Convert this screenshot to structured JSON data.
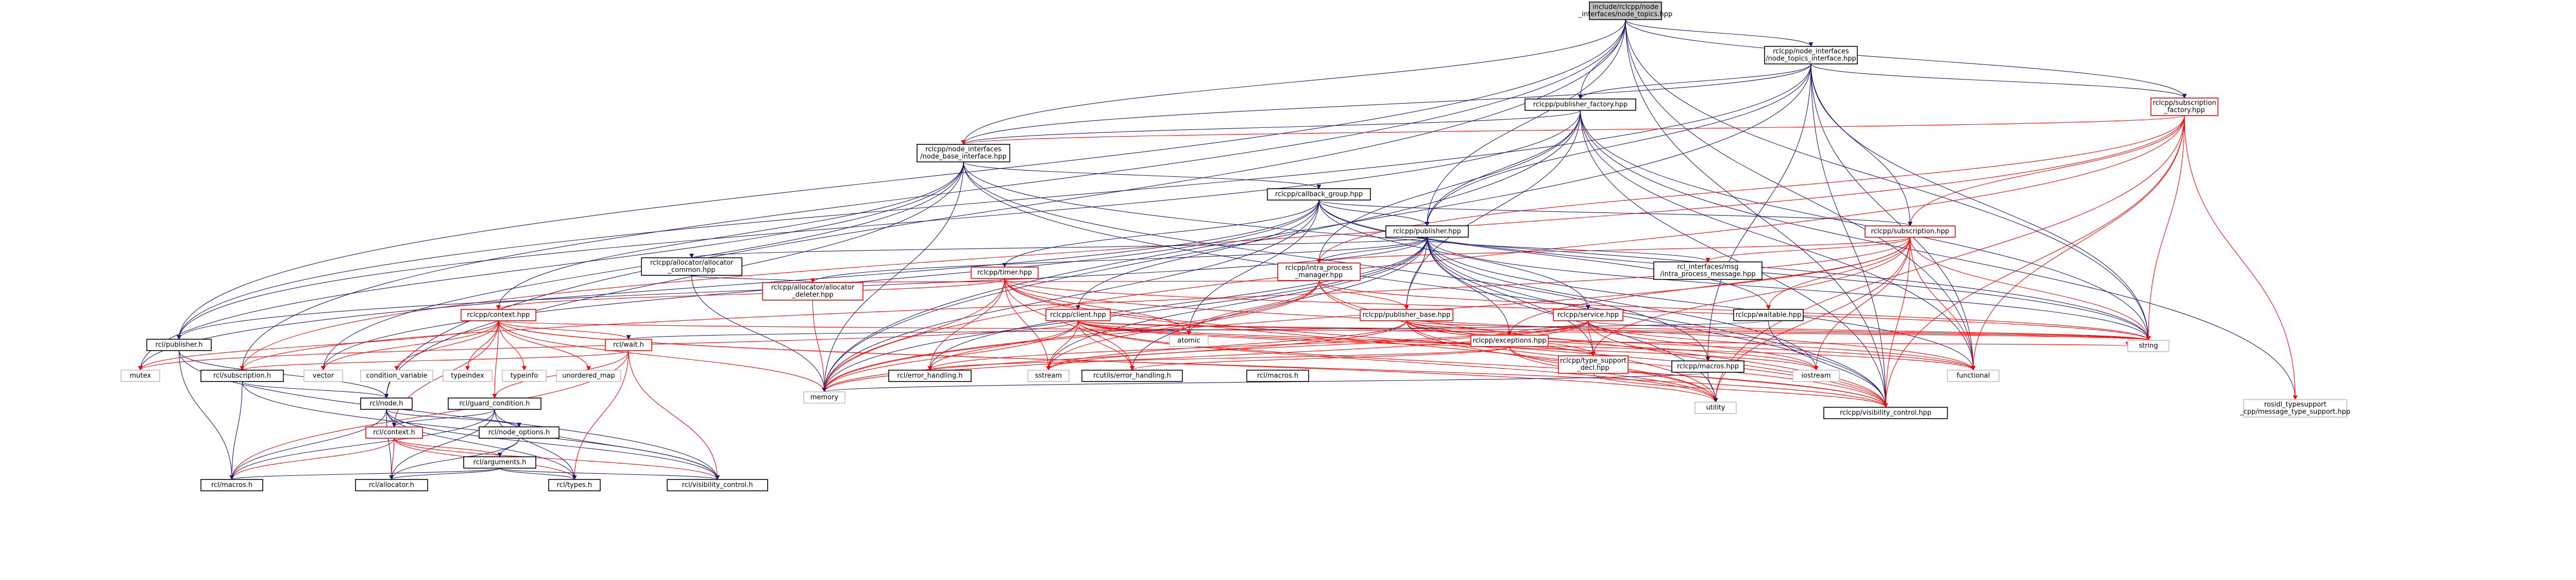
{
  "colors": {
    "edge": "#191970",
    "edge_red": "#ff0000",
    "node_border": "#000000",
    "node_border_red": "#ff0000",
    "node_border_grey": "#bfbfbf",
    "root_fill": "#bfbfbf",
    "node_fill": "#ffffff",
    "text": "#000000"
  },
  "nodes": {
    "root": [
      "include/rclcpp/node",
      "_interfaces/node_topics.hpp"
    ],
    "node_topics_interface": [
      "rclcpp/node_interfaces",
      "/node_topics_interface.hpp"
    ],
    "publisher_factory": [
      "rclcpp/publisher_factory.hpp"
    ],
    "subscription_factory": [
      "rclcpp/subscription",
      "_factory.hpp"
    ],
    "node_base_interface": [
      "rclcpp/node_interfaces",
      "/node_base_interface.hpp"
    ],
    "callback_group": [
      "rclcpp/callback_group.hpp"
    ],
    "publisher": [
      "rclcpp/publisher.hpp"
    ],
    "subscription": [
      "rclcpp/subscription.hpp"
    ],
    "allocator_common": [
      "rclcpp/allocator/allocator",
      "_common.hpp"
    ],
    "allocator_deleter": [
      "rclcpp/allocator/allocator",
      "_deleter.hpp"
    ],
    "timer": [
      "rclcpp/timer.hpp"
    ],
    "intra_process_manager": [
      "rclcpp/intra_process",
      "_manager.hpp"
    ],
    "rcl_interfaces_msg": [
      "rcl_interfaces/msg",
      "/intra_process_message.hpp"
    ],
    "context": [
      "rclcpp/context.hpp"
    ],
    "client": [
      "rclcpp/client.hpp"
    ],
    "publisher_base": [
      "rclcpp/publisher_base.hpp"
    ],
    "service": [
      "rclcpp/service.hpp"
    ],
    "waitable": [
      "rclcpp/waitable.hpp"
    ],
    "rcl_publisher": [
      "rcl/publisher.h"
    ],
    "wait": [
      "rcl/wait.h"
    ],
    "macros_hpp": [
      "rclcpp/macros.hpp"
    ],
    "type_support_decl": [
      "rclcpp/type_support",
      "_decl.hpp"
    ],
    "rclcpp_macros": [
      "rclcpp/macros.hpp"
    ],
    "rcl_subscription": [
      "rcl/subscription.h"
    ],
    "rcl_node": [
      "rcl/node.h"
    ],
    "guard_condition": [
      "rcl/guard_condition.h"
    ],
    "node_options": [
      "rcl/node_options.h"
    ],
    "rcl_context": [
      "rcl/context.h"
    ],
    "arguments": [
      "rcl/arguments.h"
    ],
    "rcl_macros": [
      "rcl/macros.h"
    ],
    "rcl_allocator": [
      "rcl/allocator.h"
    ],
    "rcl_types": [
      "rcl/types.h"
    ],
    "rcl_visibility": [
      "rcl/visibility_control.h"
    ],
    "rclcpp_visibility": [
      "rclcpp/visibility_control.hpp"
    ],
    "rosidl_typesupport": [
      "rosidl_typesupport",
      "_cpp/message_type_support.hpp"
    ],
    "error_handling": [
      "rcl/error_handling.h"
    ],
    "exceptions": [
      "rclcpp/exceptions.hpp"
    ],
    "string": [
      "string"
    ],
    "functional": [
      "functional"
    ],
    "iostream": [
      "iostream"
    ],
    "utility": [
      "utility"
    ],
    "memory": [
      "memory"
    ],
    "atomic": [
      "atomic"
    ],
    "mutex": [
      "mutex"
    ],
    "vector": [
      "vector"
    ],
    "condition_variable": [
      "condition_variable"
    ],
    "typeindex": [
      "typeindex"
    ],
    "typeinfo": [
      "typeinfo"
    ],
    "unordered_map": [
      "unordered_map"
    ],
    "sstream": [
      "sstream"
    ],
    "rcutils_error": [
      "rcutils/error_handling.h"
    ],
    "macros_h": [
      "rcl/macros.h"
    ]
  }
}
